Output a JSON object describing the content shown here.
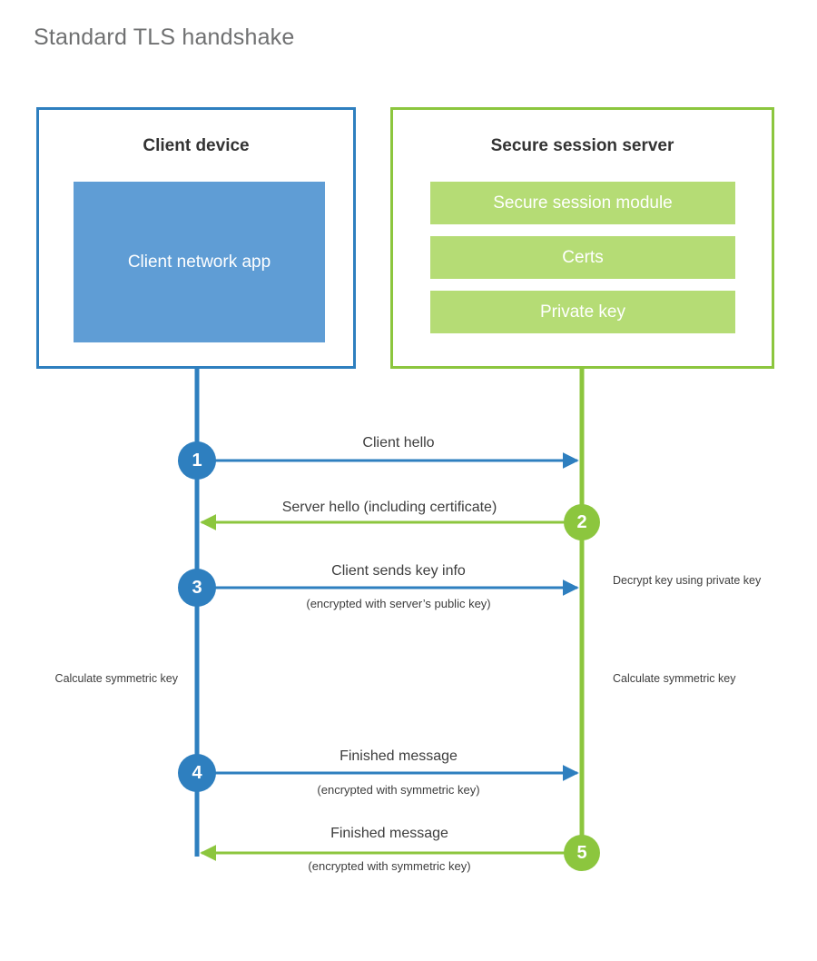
{
  "title": "Standard TLS handshake",
  "colors": {
    "client_stroke": "#2E7FBF",
    "client_fill": "#5F9DD5",
    "server_stroke": "#8CC63E",
    "server_fill": "#B5DC75",
    "text": "#3d3d3d",
    "title_text": "#6f7071"
  },
  "client": {
    "title": "Client device",
    "app_label": "Client network app"
  },
  "server": {
    "title": "Secure session server",
    "bars": [
      {
        "label": "Secure session module"
      },
      {
        "label": "Certs"
      },
      {
        "label": "Private key"
      }
    ]
  },
  "steps": [
    {
      "number": "1",
      "origin": "client",
      "direction": "client-to-server",
      "main": "Client hello",
      "sub": ""
    },
    {
      "number": "2",
      "origin": "server",
      "direction": "server-to-client",
      "main": "Server hello (including certificate)",
      "sub": ""
    },
    {
      "number": "3",
      "origin": "client",
      "direction": "client-to-server",
      "main": "Client sends key info",
      "sub": "(encrypted with server’s public key)"
    },
    {
      "number": "4",
      "origin": "client",
      "direction": "client-to-server",
      "main": "Finished message",
      "sub": "(encrypted with symmetric key)"
    },
    {
      "number": "5",
      "origin": "server",
      "direction": "server-to-client",
      "main": "Finished message",
      "sub": "(encrypted with symmetric key)"
    }
  ],
  "annotations": {
    "server_decrypt": "Decrypt key using private key",
    "client_calculate": "Calculate symmetric key",
    "server_calculate": "Calculate symmetric key"
  }
}
